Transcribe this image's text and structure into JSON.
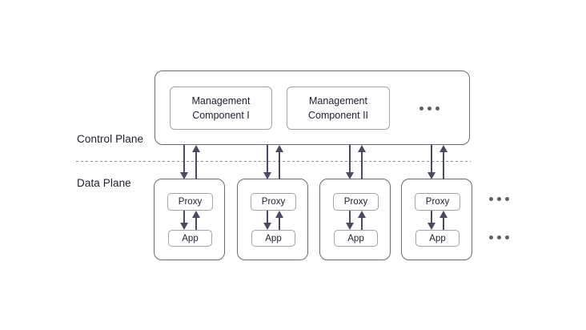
{
  "labels": {
    "control_plane": "Control Plane",
    "data_plane": "Data Plane"
  },
  "control_plane": {
    "components": [
      {
        "line1": "Management",
        "line2": "Component I"
      },
      {
        "line1": "Management",
        "line2": "Component II"
      }
    ],
    "more_indicator": "ellipsis"
  },
  "data_plane": {
    "nodes": [
      {
        "proxy": "Proxy",
        "app": "App"
      },
      {
        "proxy": "Proxy",
        "app": "App"
      },
      {
        "proxy": "Proxy",
        "app": "App"
      },
      {
        "proxy": "Proxy",
        "app": "App"
      }
    ],
    "more_indicator_top": "ellipsis",
    "more_indicator_bottom": "ellipsis"
  },
  "connections": {
    "control_to_data": "bidirectional-arrows",
    "proxy_to_app": "bidirectional-arrows"
  },
  "colors": {
    "background": "#ffffff",
    "outer_box_border": "#6a6a73",
    "inner_box_border": "#a2a2a8",
    "arrow": "#4a4a62",
    "text": "#1e1e2e",
    "ellipsis_dot": "#5f5f67",
    "divider": "#8a8a8a"
  }
}
